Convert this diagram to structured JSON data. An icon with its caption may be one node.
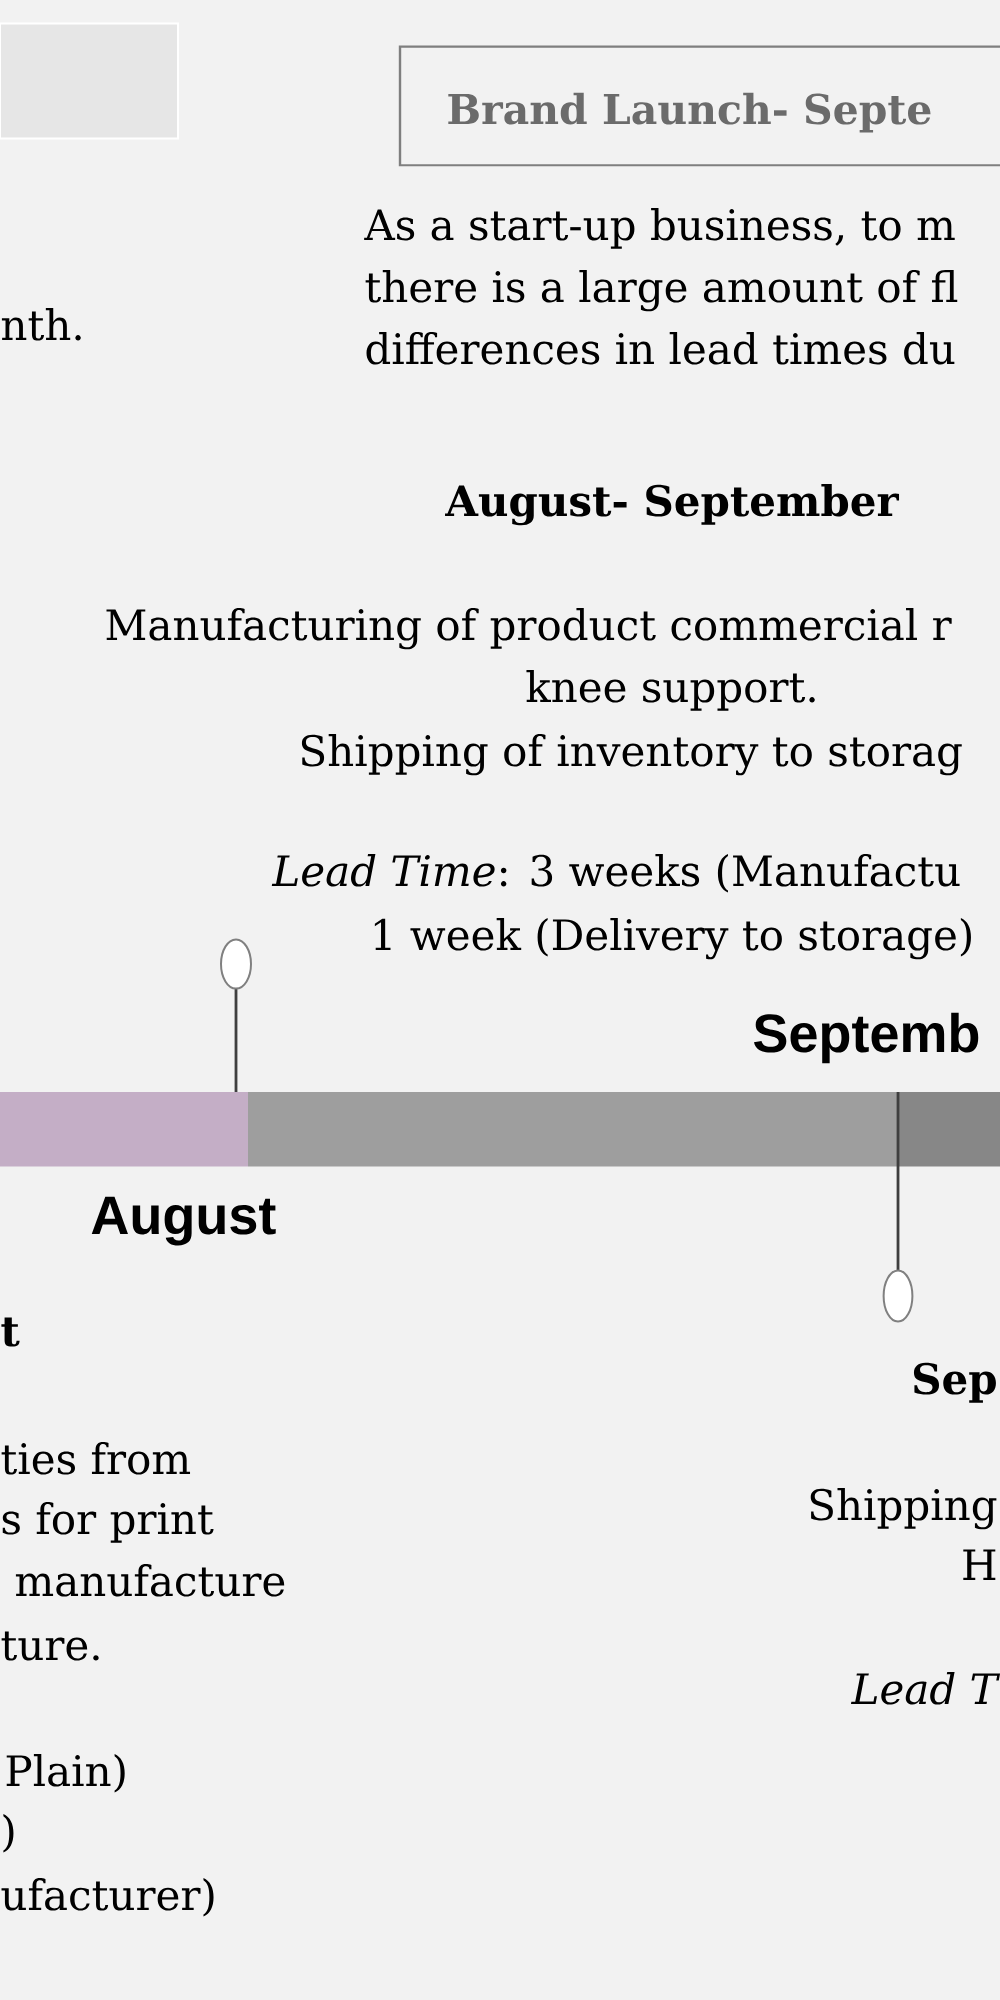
{
  "diagram": {
    "nodes": [
      {
        "text": [],
        "shape": "box"
      },
      {
        "text": [
          "Brand Launch- Septe"
        ]
      }
    ],
    "labels": [
      "nth.",
      "As a start-up business, to m",
      "there is a large amount of fl",
      "differences in lead times du",
      "August- September",
      "Manufacturing of product commercial r",
      "knee support.",
      "Shipping of inventory to storag",
      "*Lead Time*: 3 weeks (Manufactu",
      "1 week (Delivery to storage)",
      "Septemb",
      "August",
      "t",
      "Sep",
      "ties from",
      "Shipping",
      "s for print",
      "H",
      "manufacture",
      "ture.",
      "Lead T",
      "Plain)",
      ")",
      "ufacturer)"
    ]
  }
}
